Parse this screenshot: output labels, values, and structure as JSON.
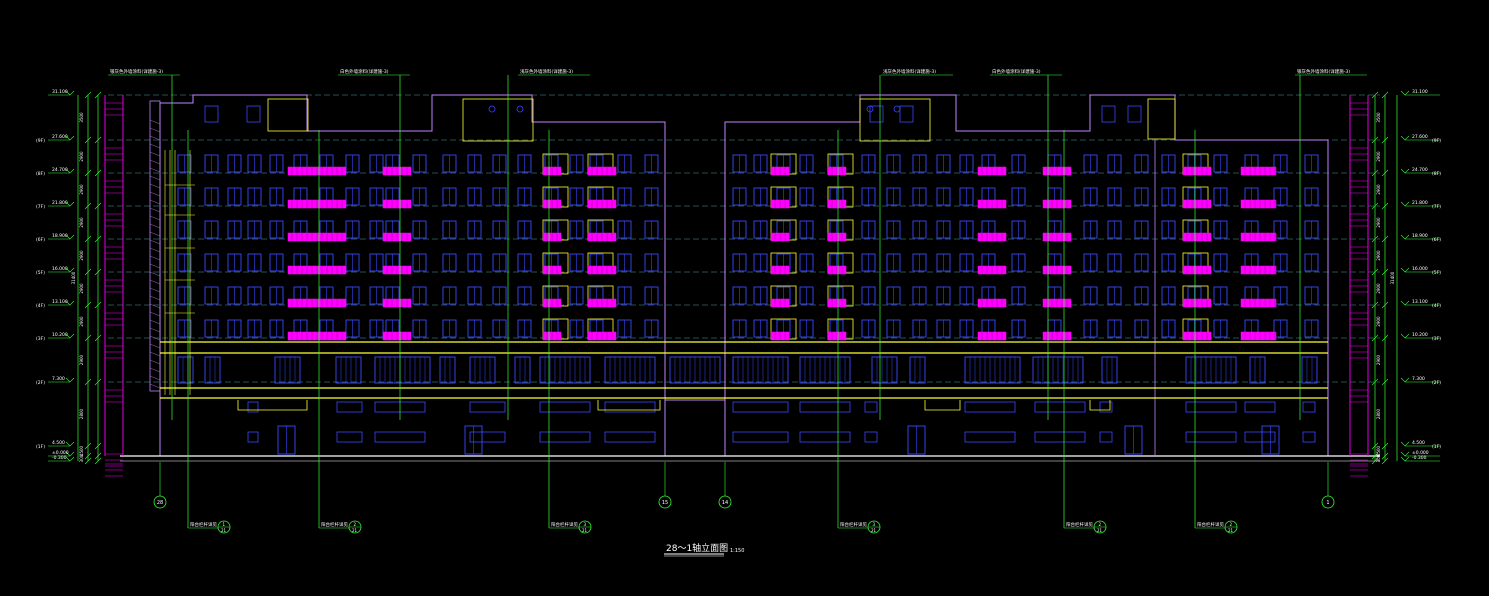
{
  "drawing": {
    "title": "28～1轴立面图",
    "scale": "1:150",
    "colors": {
      "background": "#000000",
      "outline": "#c084fc",
      "window": "#3b46ff",
      "balcony": "#ff00ff",
      "floor_band": "#ffff33",
      "leader": "#33ff33",
      "dimension": "#33ff33",
      "level_marks": "#ff00ff",
      "text": "#ffffff",
      "axis_line": "#4aa3a3"
    },
    "top_annotations": [
      "银灰色外墙涂料(详建施-3)",
      "白色外墙涂料(详建施-3)",
      "浅灰色外墙涂料(详建施-3)",
      "浅灰色外墙涂料(详建施-3)",
      "白色外墙涂料(详建施-3)",
      "银灰色外墙涂料(详建施-3)"
    ],
    "bottom_callouts": [
      {
        "label": "阳台栏杆详见",
        "num": "1",
        "sheet": "21"
      },
      {
        "label": "阳台栏杆详见",
        "num": "2",
        "sheet": "21"
      },
      {
        "label": "阳台栏杆详见",
        "num": "3",
        "sheet": "21"
      },
      {
        "label": "阳台栏杆详见",
        "num": "3",
        "sheet": "21"
      },
      {
        "label": "阳台栏杆详见",
        "num": "2",
        "sheet": "21"
      },
      {
        "label": "阳台栏杆详见",
        "num": "2",
        "sheet": "21"
      }
    ],
    "axis_labels": [
      "28",
      "15",
      "14",
      "1"
    ],
    "levels_left": [
      "31.100",
      "27.600",
      "24.700",
      "21.800",
      "18.900",
      "16.000",
      "13.100",
      "10.200",
      "7.300",
      "4.500",
      "±0.000",
      "-0.300"
    ],
    "levels_right": [
      "31.100",
      "27.600",
      "24.700",
      "21.800",
      "18.900",
      "16.000",
      "13.100",
      "10.200",
      "7.300",
      "4.500",
      "±0.000",
      "-0.300"
    ],
    "floor_tags_left": [
      "(9F)",
      "(8F)",
      "(7F)",
      "(6F)",
      "(5F)",
      "(4F)",
      "(3F)",
      "(2F)",
      "(1F)"
    ],
    "floor_tags_right": [
      "(9F)",
      "(8F)",
      "(7F)",
      "(6F)",
      "(5F)",
      "(4F)",
      "(3F)",
      "(2F)",
      "(1F)"
    ],
    "dim_left": [
      "3500",
      "2900",
      "2900",
      "2900",
      "2900",
      "2900",
      "2900",
      "2900",
      "2800",
      "4500",
      "300"
    ],
    "dim_right": [
      "3500",
      "2900",
      "2900",
      "2900",
      "2900",
      "2900",
      "2900",
      "2900",
      "2800",
      "4500",
      "300"
    ],
    "overall_left": "31400",
    "overall_right": "31400"
  }
}
